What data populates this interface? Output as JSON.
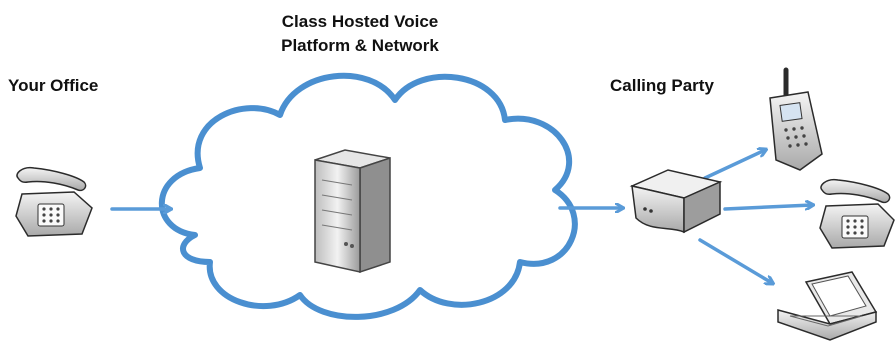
{
  "labels": {
    "office": "Your Office",
    "platform_line1": "Class Hosted Voice",
    "platform_line2": "Platform & Network",
    "calling_party": "Calling Party"
  },
  "colors": {
    "cloud_stroke": "#4a8fd0",
    "arrow": "#5a9bd8",
    "device_outline": "#2b2b2b",
    "device_fill": "#d9d9d9"
  },
  "icons": {
    "office_phone": "desk-phone-icon",
    "server": "server-tower-icon",
    "router": "router-icon",
    "mobile": "mobile-phone-icon",
    "callee_phone": "desk-phone-icon",
    "laptop": "laptop-icon"
  }
}
